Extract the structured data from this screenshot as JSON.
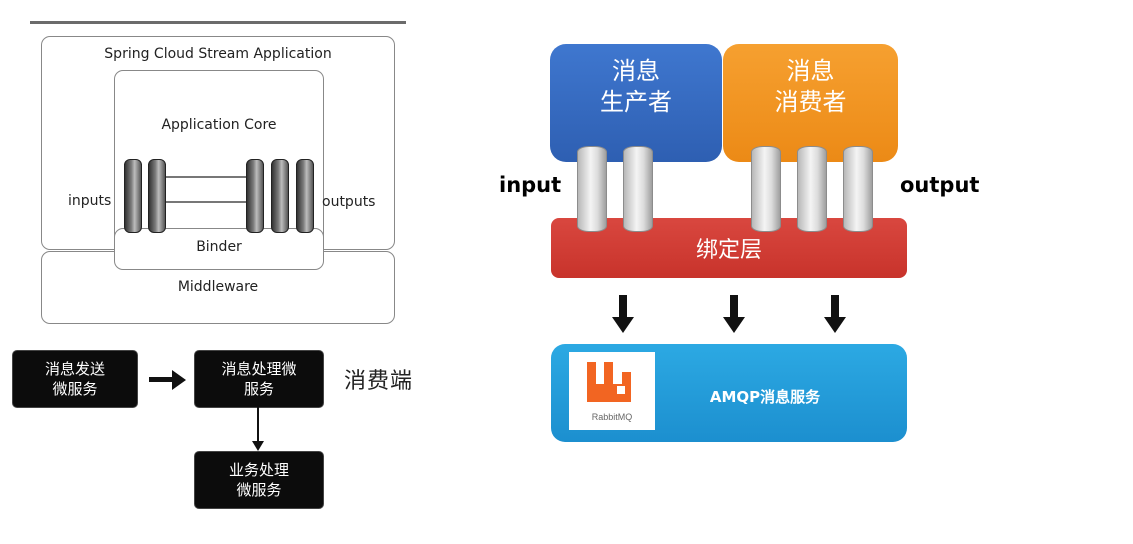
{
  "left_diagram": {
    "outer_title": "Spring Cloud Stream Application",
    "core_title": "Application Core",
    "inputs_label": "inputs",
    "outputs_label": "outputs",
    "binder_label": "Binder",
    "middleware_label": "Middleware"
  },
  "flow": {
    "send_service": [
      "消息发送",
      "微服务"
    ],
    "process_service": [
      "消息处理微",
      "服务"
    ],
    "business_service": [
      "业务处理",
      "微服务"
    ],
    "consumer_label": "消费端"
  },
  "right_diagram": {
    "producer": [
      "消息",
      "生产者"
    ],
    "consumer": [
      "消息",
      "消费者"
    ],
    "input_label": "input",
    "output_label": "output",
    "binding_layer": "绑定层",
    "rabbitmq_caption": "RabbitMQ",
    "amqp_service": "AMQP消息服务",
    "colors": {
      "producer": "#2e5fb2",
      "consumer": "#ec8a16",
      "binding": "#c8332b",
      "amqp": "#1c8fcf",
      "rabbitmq": "#f26522"
    }
  }
}
